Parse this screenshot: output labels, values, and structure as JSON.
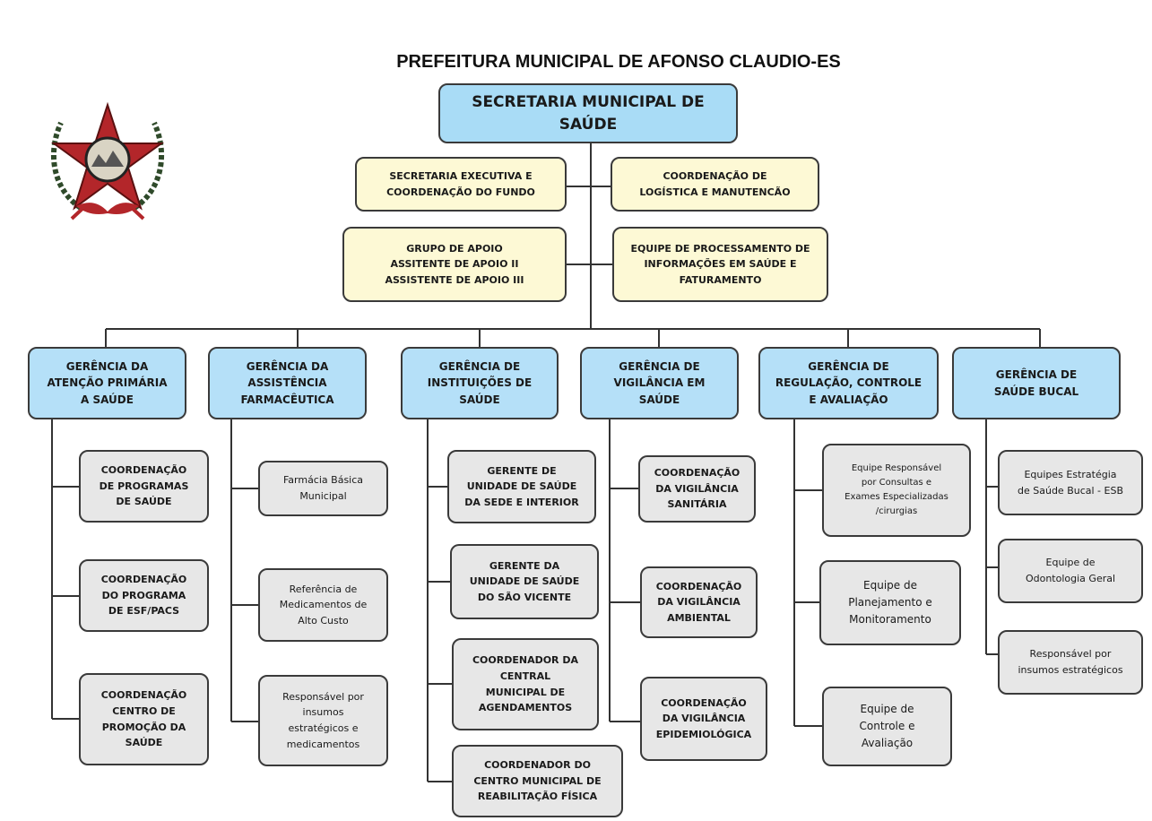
{
  "title": "PREFEITURA MUNICIPAL DE AFONSO CLAUDIO-ES",
  "root": "SECRETARIA MUNICIPAL DE\nSAÚDE",
  "staff": {
    "executiva": "SECRETARIA EXECUTIVA E\nCOORDENAÇÃO DO FUNDO",
    "logistica": "COORDENAÇÃO DE\nLOGÍSTICA E MANUTENCÃO",
    "apoio": "GRUPO DE APOIO\nASSITENTE DE APOIO II\nASSISTENTE DE APOIO III",
    "processamento": "EQUIPE DE PROCESSAMENTO DE\nINFORMAÇÕES EM SAÚDE E\nFATURAMENTO"
  },
  "gerencias": [
    {
      "label": "GERÊNCIA DA\nATENÇÃO PRIMÁRIA\nA SAÚDE",
      "subs": [
        "COORDENAÇÃO\nDE PROGRAMAS\nDE SAÚDE",
        "COORDENAÇÃO\nDO PROGRAMA\nDE ESF/PACS",
        "COORDENAÇÃO\nCENTRO DE\nPROMOÇÃO DA\nSAÚDE"
      ]
    },
    {
      "label": "GERÊNCIA DA\nASSISTÊNCIA\nFARMACÊUTICA",
      "subs": [
        "Farmácia Básica\nMunicipal",
        "Referência de\nMedicamentos de\nAlto Custo",
        "Responsável por\ninsumos\nestratégicos e\nmedicamentos"
      ]
    },
    {
      "label": "GERÊNCIA DE\nINSTITUIÇÕES DE\nSAÚDE",
      "subs": [
        "GERENTE DE\nUNIDADE DE SAÚDE\nDA SEDE E INTERIOR",
        "GERENTE DA\nUNIDADE DE SAÚDE\nDO SÃO VICENTE",
        "COORDENADOR DA\nCENTRAL\nMUNICIPAL DE\nAGENDAMENTOS",
        "COORDENADOR DO\nCENTRO MUNICIPAL DE\nREABILITAÇÃO FÍSICA"
      ]
    },
    {
      "label": "GERÊNCIA DE\nVIGILÂNCIA EM\nSAÚDE",
      "subs": [
        "COORDENAÇÃO\nDA VIGILÂNCIA\nSANITÁRIA",
        "COORDENAÇÃO\nDA VIGILÂNCIA\nAMBIENTAL",
        "COORDENAÇÃO\nDA VIGILÂNCIA\nEPIDEMIOLÓGICA"
      ]
    },
    {
      "label": "GERÊNCIA DE\nREGULAÇÃO, CONTROLE\nE AVALIAÇÃO",
      "subs": [
        "Equipe Responsável\npor Consultas e\nExames Especializadas\n/cirurgias",
        "Equipe de\nPlanejamento e\nMonitoramento",
        "Equipe de\nControle e\nAvaliação"
      ]
    },
    {
      "label": "GERÊNCIA DE\nSAÚDE BUCAL",
      "subs": [
        "Equipes Estratégia\nde Saúde Bucal - ESB",
        "Equipe de\nOdontologia Geral",
        "Responsável por\ninsumos estratégicos"
      ]
    }
  ],
  "colors": {
    "root": "#a9dcf6",
    "staff": "#fdf9d5",
    "manager": "#b5e0f8",
    "sub": "#e7e7e7",
    "line": "#333333",
    "seal_star": "#b3262a"
  },
  "icons": {
    "seal": "state-coat-of-arms-icon"
  }
}
